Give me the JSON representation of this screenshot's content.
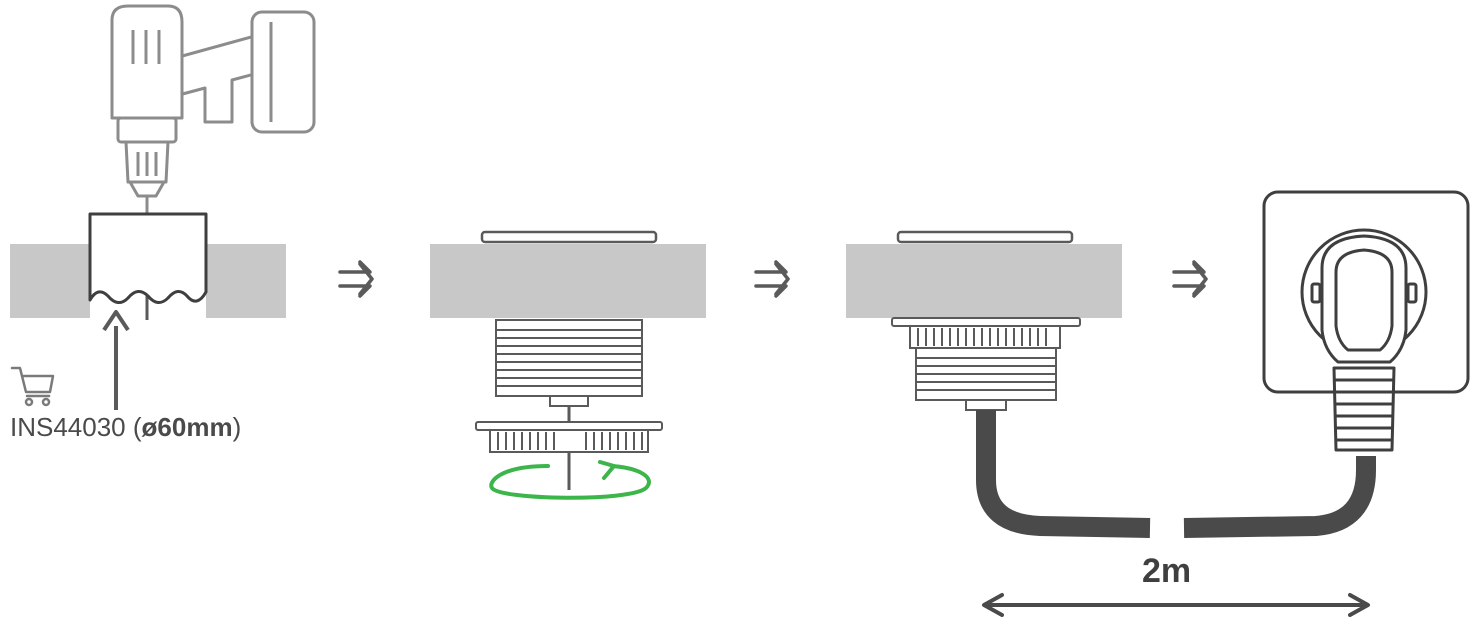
{
  "step1": {
    "part_code_prefix": "INS44030 (",
    "part_code_diameter": "ø60mm",
    "part_code_suffix": ")"
  },
  "step4": {
    "cable_length": "2m"
  },
  "icons": [
    "drill-icon",
    "hole-saw-icon",
    "cart-icon",
    "arrow-right-icon",
    "rotate-arrow-icon",
    "wall-socket-icon",
    "plug-icon",
    "double-arrow-icon"
  ],
  "colors": {
    "outline": "#5a5a5a",
    "countertop": "#c8c8c8",
    "rotate_arrow": "#3cb54a",
    "cable": "#4a4a4a"
  }
}
